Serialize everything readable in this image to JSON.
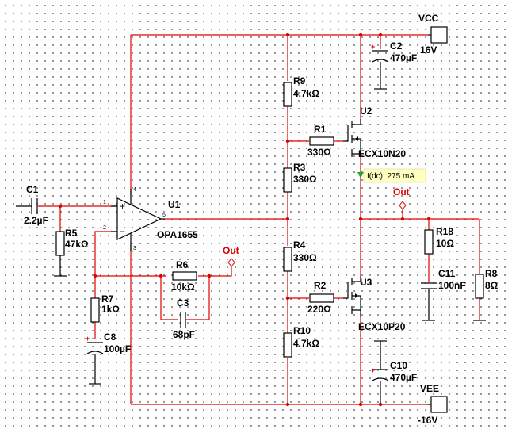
{
  "power": {
    "vcc_name": "VCC",
    "vcc_value": "16V",
    "vee_name": "VEE",
    "vee_value": "-16V"
  },
  "opamp": {
    "ref": "U1",
    "model": "OPA1655",
    "pin_in_plus": "1",
    "pin_in_minus": "2",
    "pin_out": "5",
    "pin_vp": "4",
    "pin_vm": "3"
  },
  "transistors": {
    "u2": {
      "ref": "U2",
      "model": "ECX10N20"
    },
    "u3": {
      "ref": "U3",
      "model": "ECX10P20"
    }
  },
  "resistors": {
    "r1": {
      "ref": "R1",
      "value": "330Ω"
    },
    "r2": {
      "ref": "R2",
      "value": "220Ω"
    },
    "r3": {
      "ref": "R3",
      "value": "330Ω"
    },
    "r4": {
      "ref": "R4",
      "value": "330Ω"
    },
    "r5": {
      "ref": "R5",
      "value": "47kΩ"
    },
    "r6": {
      "ref": "R6",
      "value": "10kΩ"
    },
    "r7": {
      "ref": "R7",
      "value": "1kΩ"
    },
    "r8": {
      "ref": "R8",
      "value": "8Ω"
    },
    "r9": {
      "ref": "R9",
      "value": "4.7kΩ"
    },
    "r10": {
      "ref": "R10",
      "value": "4.7kΩ"
    },
    "r18": {
      "ref": "R18",
      "value": "10Ω"
    }
  },
  "capacitors": {
    "c1": {
      "ref": "C1",
      "value": "2.2µF"
    },
    "c2": {
      "ref": "C2",
      "value": "470µF"
    },
    "c3": {
      "ref": "C3",
      "value": "68pF"
    },
    "c8": {
      "ref": "C8",
      "value": "100µF"
    },
    "c10": {
      "ref": "C10",
      "value": "470µF"
    },
    "c11": {
      "ref": "C11",
      "value": "100nF"
    }
  },
  "probes": {
    "out_main": "Out",
    "out_feedback": "Out",
    "current": "I(dc): 275 mA"
  },
  "colors": {
    "wire": "#e00000",
    "component": "#000000",
    "probe_bg": "#ffffc0",
    "probe_arrow": "#2aa52a"
  }
}
